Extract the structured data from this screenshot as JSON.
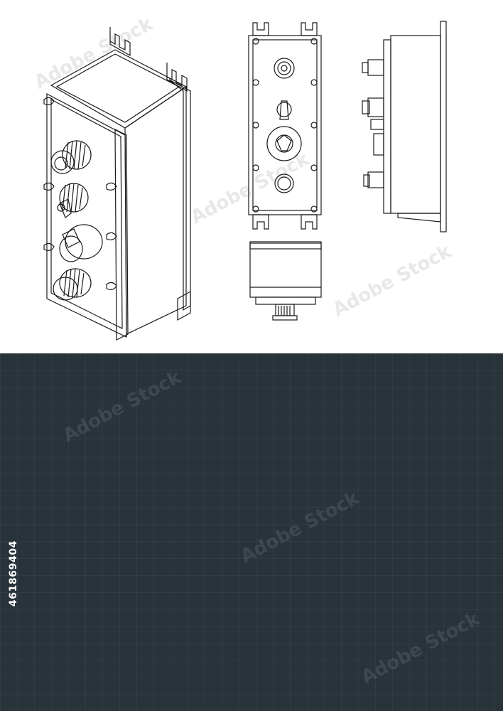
{
  "stock_id": "461869404",
  "watermark": "Adobe Stock",
  "colors": {
    "top_background": "#ffffff",
    "top_line": "#1a1a1a",
    "dark_background": "#28333a",
    "dark_line": "#f3e2cf",
    "dark_accent": "#e6c9a6"
  },
  "views": [
    "isometric-view",
    "front-view",
    "side-view",
    "bottom-view"
  ]
}
